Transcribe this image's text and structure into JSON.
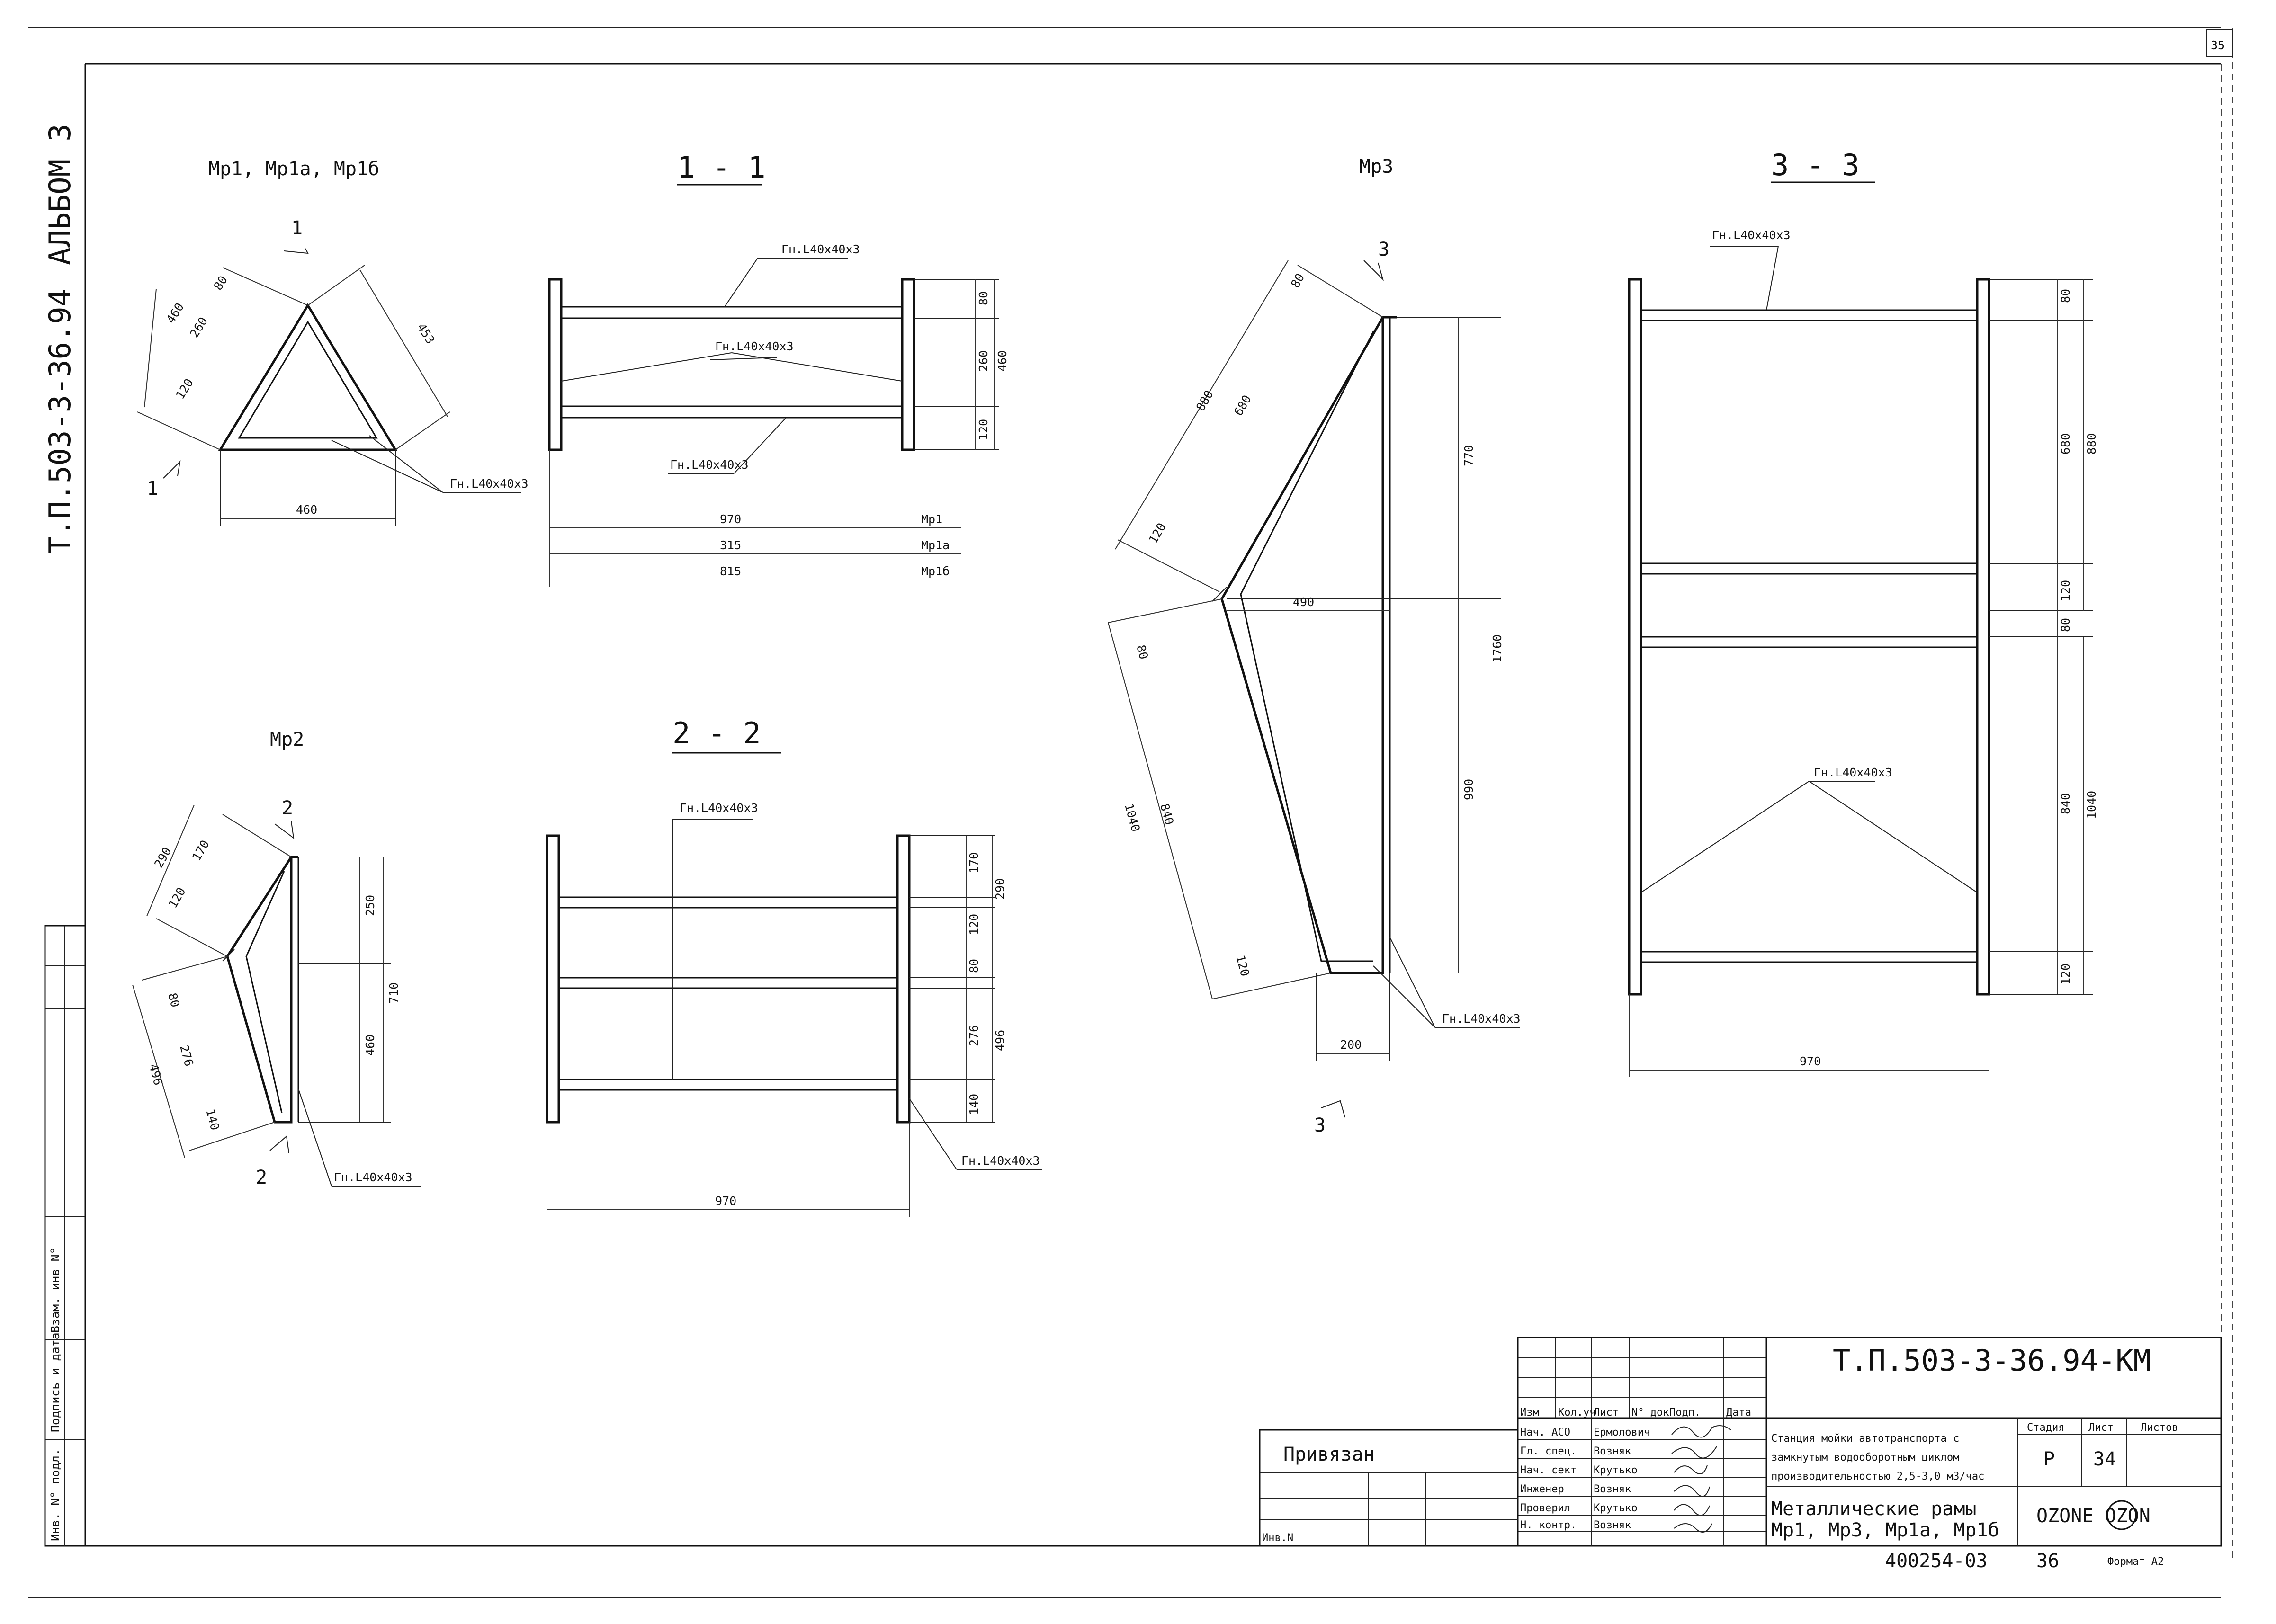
{
  "margin": {
    "album": "АЛЬБОМ 3",
    "project_code": "Т.П.503-3-36.94",
    "sheet_corner": "35",
    "side_table_labels": [
      "Инв. N° подл.",
      "Подпись и дата",
      "Взам. инв N°"
    ]
  },
  "views": {
    "mp1": {
      "title": "Мр1, Мр1а, Мр1б",
      "section_mark": "1",
      "profile": "Гн.L40х40х3",
      "dims": [
        "80",
        "260",
        "460",
        "120",
        "453",
        "460"
      ]
    },
    "s11": {
      "title": "1 - 1",
      "profiles": [
        "Гн.L40х40х3",
        "Гн.L40х40х3",
        "Гн.L40х40х3"
      ],
      "dims_right": [
        "80",
        "260",
        "460",
        "120"
      ],
      "lengths": [
        {
          "value": "970",
          "mark": "Мр1"
        },
        {
          "value": "315",
          "mark": "Мр1а"
        },
        {
          "value": "815",
          "mark": "Мр1б"
        }
      ]
    },
    "mp3": {
      "title": "Мр3",
      "section_mark": "3",
      "profile": "Гн.L40х40х3",
      "dims": [
        "80",
        "880",
        "680",
        "120",
        "490",
        "770",
        "1760",
        "990",
        "80",
        "1040",
        "840",
        "120",
        "200"
      ]
    },
    "s33": {
      "title": "3 - 3",
      "profiles": [
        "Гн.L40х40х3",
        "Гн.L40х40х3"
      ],
      "dims_right": [
        "80",
        "680",
        "880",
        "120",
        "80",
        "840",
        "1040",
        "120"
      ],
      "width": "970"
    },
    "mp2": {
      "title": "Мр2",
      "section_mark": "2",
      "profile": "Гн.L40х40х3",
      "dims": [
        "290",
        "170",
        "120",
        "250",
        "710",
        "460",
        "80",
        "276",
        "496",
        "140"
      ]
    },
    "s22": {
      "title": "2 - 2",
      "profiles": [
        "Гн.L40х40х3",
        "Гн.L40х40х3"
      ],
      "dims_right": [
        "170",
        "290",
        "120",
        "80",
        "276",
        "496",
        "140"
      ],
      "width": "970"
    }
  },
  "title_block": {
    "doc_code": "Т.П.503-3-36.94-КМ",
    "tied_label": "Привязан",
    "inv_label": "Инв.N",
    "headers": [
      "Изм",
      "Кол.уч",
      "Лист",
      "N° док",
      "Подп.",
      "Дата"
    ],
    "staff": [
      {
        "role": "Нач. АСО",
        "name": "Ермолович"
      },
      {
        "role": "Гл. спец.",
        "name": "Возняк"
      },
      {
        "role": "Нач. сект",
        "name": "Крутько"
      },
      {
        "role": "Инженер",
        "name": "Возняк"
      },
      {
        "role": "Проверил",
        "name": "Крутько"
      },
      {
        "role": "Н. контр.",
        "name": "Возняк"
      }
    ],
    "project_name": [
      "Станция мойки автотранспорта с",
      "замкнутым водооборотным циклом",
      "производительностью 2,5-3,0 м3/час"
    ],
    "sheet_title": [
      "Металлические рамы",
      "Мр1, Мр3, Мр1а, Мр1б"
    ],
    "stage_label": "Стадия",
    "sheet_label": "Лист",
    "sheets_label": "Листов",
    "stage_value": "Р",
    "sheet_value": "34",
    "logo": "OZONE OZON",
    "footer_number": "400254-03",
    "footer_sheet": "36",
    "format": "Формат А2"
  }
}
